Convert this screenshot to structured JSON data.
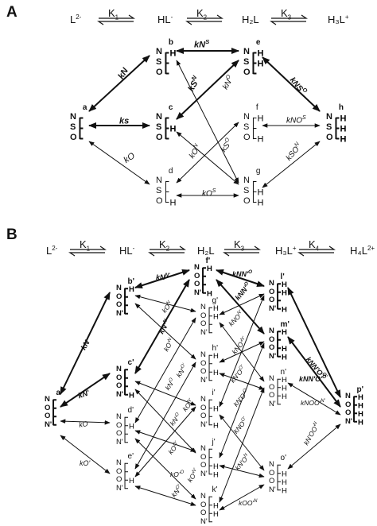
{
  "panel_a": {
    "letter": "A",
    "equilibrium": [
      {
        "base": "L",
        "sup": "2-"
      },
      {
        "k": "K",
        "sub": "1"
      },
      {
        "base": "HL",
        "sup": "-"
      },
      {
        "k": "K",
        "sub": "2"
      },
      {
        "base": "H₂L",
        "sup": ""
      },
      {
        "k": "K",
        "sub": "3"
      },
      {
        "base": "H₃L",
        "sup": "+"
      }
    ],
    "nodes": [
      {
        "id": "a",
        "label": "a",
        "atoms": [
          "N",
          "S",
          "O"
        ],
        "h": [
          false,
          false,
          false
        ],
        "bold": true
      },
      {
        "id": "b",
        "label": "b",
        "atoms": [
          "N",
          "S",
          "O"
        ],
        "h": [
          true,
          false,
          false
        ],
        "bold": true
      },
      {
        "id": "c",
        "label": "c",
        "atoms": [
          "N",
          "S",
          "O"
        ],
        "h": [
          false,
          true,
          false
        ],
        "bold": true
      },
      {
        "id": "d",
        "label": "d",
        "atoms": [
          "N",
          "S",
          "O"
        ],
        "h": [
          false,
          false,
          true
        ],
        "bold": false
      },
      {
        "id": "e",
        "label": "e",
        "atoms": [
          "N",
          "S",
          "O"
        ],
        "h": [
          true,
          true,
          false
        ],
        "bold": true
      },
      {
        "id": "f",
        "label": "f",
        "atoms": [
          "N",
          "S",
          "O"
        ],
        "h": [
          true,
          false,
          true
        ],
        "bold": false
      },
      {
        "id": "g",
        "label": "g",
        "atoms": [
          "N",
          "S",
          "O"
        ],
        "h": [
          false,
          true,
          true
        ],
        "bold": false
      },
      {
        "id": "h",
        "label": "h",
        "atoms": [
          "N",
          "S",
          "O"
        ],
        "h": [
          true,
          true,
          true
        ],
        "bold": true
      }
    ],
    "rate_labels": [
      {
        "text": "kN",
        "sup": "",
        "bold": true
      },
      {
        "text": "ks",
        "sup": "",
        "bold": true
      },
      {
        "text": "kO",
        "sup": "",
        "bold": false
      },
      {
        "text": "kN",
        "sup": "S",
        "bold": true
      },
      {
        "text": "kS",
        "sup": "N",
        "bold": true
      },
      {
        "text": "kN",
        "sup": "O",
        "bold": false
      },
      {
        "text": "kO",
        "sup": "N",
        "bold": false
      },
      {
        "text": "kS",
        "sup": "O",
        "bold": false
      },
      {
        "text": "kO",
        "sup": "S",
        "bold": false
      },
      {
        "text": "kNS",
        "sup": "O",
        "bold": true
      },
      {
        "text": "kNO",
        "sup": "S",
        "bold": false
      },
      {
        "text": "kSO",
        "sup": "N",
        "bold": false
      }
    ]
  },
  "panel_b": {
    "letter": "B",
    "equilibrium": [
      {
        "base": "L",
        "sup": "2-"
      },
      {
        "k": "K",
        "sub": "1"
      },
      {
        "base": "HL",
        "sup": "-"
      },
      {
        "k": "K",
        "sub": "2"
      },
      {
        "base": "H₂L",
        "sup": ""
      },
      {
        "k": "K",
        "sub": "3"
      },
      {
        "base": "H₃L",
        "sup": "+"
      },
      {
        "k": "K",
        "sub": "4"
      },
      {
        "base": "H₄L",
        "sup": "2+"
      }
    ],
    "nodes": [
      {
        "id": "a'",
        "label": "a'",
        "atoms": [
          "N",
          "O",
          "O",
          "N'"
        ],
        "h": [
          false,
          false,
          false,
          false
        ],
        "bold": true
      },
      {
        "id": "b'",
        "label": "b'",
        "atoms": [
          "N",
          "O",
          "O",
          "N'"
        ],
        "h": [
          true,
          false,
          false,
          false
        ],
        "bold": true
      },
      {
        "id": "c'",
        "label": "c'",
        "atoms": [
          "N",
          "O",
          "O",
          "N'"
        ],
        "h": [
          false,
          false,
          false,
          true
        ],
        "bold": true
      },
      {
        "id": "d'",
        "label": "d'",
        "atoms": [
          "N",
          "O",
          "O",
          "N'"
        ],
        "h": [
          false,
          true,
          false,
          false
        ],
        "bold": false
      },
      {
        "id": "e'",
        "label": "e'",
        "atoms": [
          "N",
          "O",
          "O",
          "N'"
        ],
        "h": [
          false,
          false,
          true,
          false
        ],
        "bold": false
      },
      {
        "id": "f'",
        "label": "f'",
        "atoms": [
          "N",
          "O",
          "O",
          "N'"
        ],
        "h": [
          true,
          false,
          false,
          true
        ],
        "bold": true
      },
      {
        "id": "g'",
        "label": "g'",
        "atoms": [
          "N",
          "O",
          "O",
          "N'"
        ],
        "h": [
          true,
          true,
          false,
          false
        ],
        "bold": false
      },
      {
        "id": "h'",
        "label": "h'",
        "atoms": [
          "N",
          "O",
          "O",
          "N'"
        ],
        "h": [
          true,
          false,
          true,
          false
        ],
        "bold": false
      },
      {
        "id": "i'",
        "label": "i'",
        "atoms": [
          "N",
          "O",
          "O",
          "N'"
        ],
        "h": [
          false,
          true,
          false,
          true
        ],
        "bold": false
      },
      {
        "id": "j'",
        "label": "j'",
        "atoms": [
          "N",
          "O",
          "O",
          "N'"
        ],
        "h": [
          false,
          false,
          true,
          true
        ],
        "bold": false
      },
      {
        "id": "k'",
        "label": "k'",
        "atoms": [
          "N",
          "O",
          "O",
          "N'"
        ],
        "h": [
          false,
          true,
          true,
          false
        ],
        "bold": false
      },
      {
        "id": "l'",
        "label": "l'",
        "atoms": [
          "N",
          "O",
          "O",
          "N'"
        ],
        "h": [
          true,
          true,
          false,
          true
        ],
        "bold": true
      },
      {
        "id": "m'",
        "label": "m'",
        "atoms": [
          "N",
          "O",
          "O",
          "N'"
        ],
        "h": [
          true,
          false,
          true,
          true
        ],
        "bold": true
      },
      {
        "id": "n'",
        "label": "n'",
        "atoms": [
          "N",
          "O",
          "O",
          "N'"
        ],
        "h": [
          true,
          true,
          true,
          false
        ],
        "bold": false
      },
      {
        "id": "o'",
        "label": "o'",
        "atoms": [
          "N",
          "O",
          "O",
          "N'"
        ],
        "h": [
          false,
          true,
          true,
          true
        ],
        "bold": false
      },
      {
        "id": "p'",
        "label": "p'",
        "atoms": [
          "N",
          "O",
          "O",
          "N'"
        ],
        "h": [
          true,
          true,
          true,
          true
        ],
        "bold": true
      }
    ],
    "rate_labels": [
      {
        "text": "kN",
        "sup": "",
        "bold": true
      },
      {
        "text": "kN'",
        "sup": "",
        "bold": true
      },
      {
        "text": "kO",
        "sup": "",
        "bold": false
      },
      {
        "text": "kO'",
        "sup": "",
        "bold": false
      },
      {
        "text": "kN",
        "sup": "N'",
        "bold": true
      },
      {
        "text": "kN'",
        "sup": "N",
        "bold": true
      },
      {
        "text": "kO",
        "sup": "N",
        "bold": false
      },
      {
        "text": "kO'",
        "sup": "N",
        "bold": false
      },
      {
        "text": "kN",
        "sup": "O",
        "bold": false
      },
      {
        "text": "kN'",
        "sup": "O",
        "bold": false
      },
      {
        "text": "kO",
        "sup": "O'",
        "bold": false
      },
      {
        "text": "kO'",
        "sup": "O",
        "bold": false
      },
      {
        "text": "kN",
        "sup": "O'",
        "bold": false
      },
      {
        "text": "kN'",
        "sup": "O'",
        "bold": false
      },
      {
        "text": "kO",
        "sup": "N'",
        "bold": false
      },
      {
        "text": "kO'",
        "sup": "N'",
        "bold": false
      },
      {
        "text": "kNN'",
        "sup": "O",
        "bold": true
      },
      {
        "text": "kNN'",
        "sup": "O'",
        "bold": true
      },
      {
        "text": "kNO",
        "sup": "N'",
        "bold": false
      },
      {
        "text": "kNO'",
        "sup": "N'",
        "bold": false
      },
      {
        "text": "kN'O",
        "sup": "O'",
        "bold": false
      },
      {
        "text": "kN'O'",
        "sup": "O",
        "bold": false
      },
      {
        "text": "kNO",
        "sup": "O'",
        "bold": false
      },
      {
        "text": "kN'O",
        "sup": "N",
        "bold": false
      },
      {
        "text": "kOO'",
        "sup": "N",
        "bold": false
      },
      {
        "text": "kNN'O",
        "sup": "O'",
        "bold": true
      },
      {
        "text": "kNN'O'",
        "sup": "O",
        "bold": true
      },
      {
        "text": "kNOO'",
        "sup": "N'",
        "bold": false
      },
      {
        "text": "kN'OO'",
        "sup": "N",
        "bold": false
      }
    ]
  }
}
